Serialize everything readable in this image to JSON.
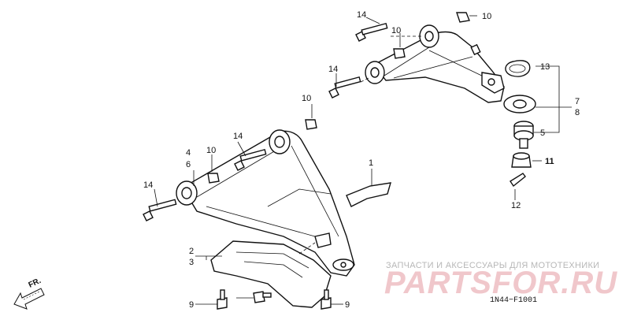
{
  "callouts": {
    "c1": "1",
    "c2": "2",
    "c3": "3",
    "c4": "4",
    "c5": "5",
    "c6": "6",
    "c7": "7",
    "c8": "8",
    "c9a": "9",
    "c9b": "9",
    "c10a": "10",
    "c10b": "10",
    "c10c": "10",
    "c10d": "10",
    "c11": "11",
    "c12": "12",
    "c13": "13",
    "c14a": "14",
    "c14b": "14",
    "c14c": "14",
    "c14d": "14"
  },
  "direction": {
    "label": "FR."
  },
  "diagram_code": "1N44−F1001",
  "watermark": {
    "caption": "ЗАПЧАСТИ И АКСЕССУАРЫ ДЛЯ МОТОТЕХНИКИ",
    "brand": "PARTSFOR.RU",
    "color": "#f0c7cb"
  }
}
